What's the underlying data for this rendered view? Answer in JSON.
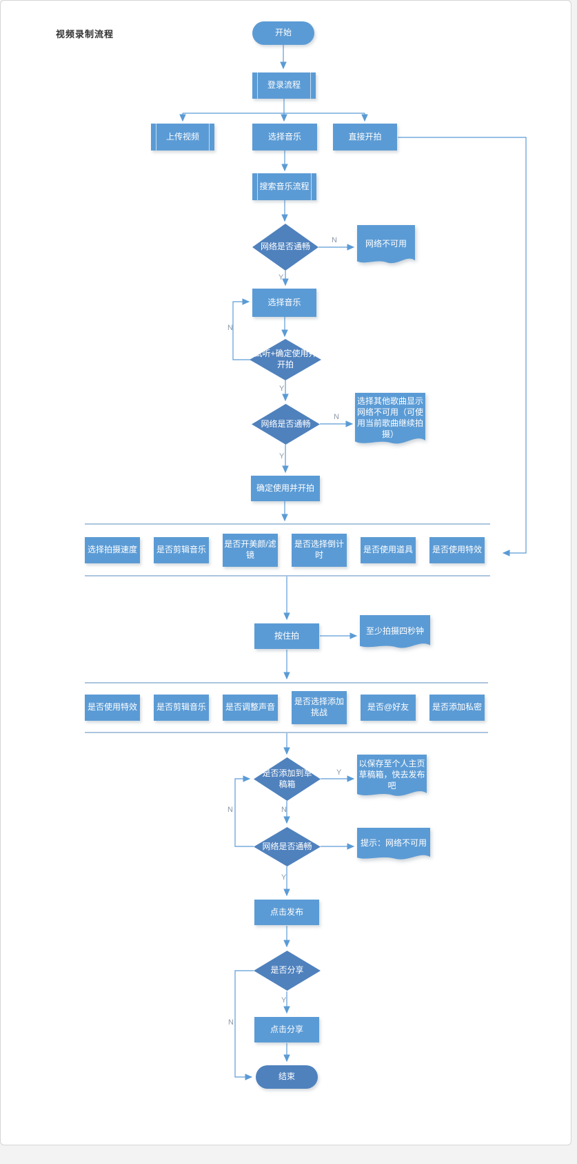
{
  "title": "视频录制流程",
  "edge_labels": {
    "yes": "Y",
    "no": "N"
  },
  "colors": {
    "node_fill": "#5b9bd5",
    "diamond_fill": "#4f81bd",
    "connector": "#5b9bd5",
    "separator": "#8fb2d4",
    "edge_label": "#8d99a6"
  },
  "nodes": {
    "start": "开始",
    "login": "登录流程",
    "upload": "上传视频",
    "choose_music_branch": "选择音乐",
    "direct_shoot": "直接开拍",
    "search_music": "搜索音乐流程",
    "net_check_1": "网络是否通畅",
    "net_unavailable_doc": "网络不可用",
    "choose_music": "选择音乐",
    "audition": "试听+确定使用并开拍",
    "net_check_2": "网络是否通畅",
    "other_song_doc": "选择其他歌曲显示网络不可用（可使用当前歌曲继续拍摄）",
    "confirm_shoot": "确定使用并开拍",
    "shoot_options": [
      "选择拍摄速度",
      "是否剪辑音乐",
      "是否开美颜/滤镜",
      "是否选择倒计时",
      "是否使用道具",
      "是否使用特效"
    ],
    "hold_shoot": "按住拍",
    "four_seconds_doc": "至少拍摄四秒钟",
    "edit_options": [
      "是否使用特效",
      "是否剪辑音乐",
      "是否调整声音",
      "是否选择添加挑战",
      "是否@好友",
      "是否添加私密"
    ],
    "draft_check": "是否添加到草稿箱",
    "draft_doc": "以保存至个人主页草稿箱，快去发布吧",
    "net_check_3": "网络是否通畅",
    "net_tip_doc": "提示：网络不可用",
    "publish": "点击发布",
    "share_check": "是否分享",
    "share_click": "点击分享",
    "end": "结束"
  }
}
